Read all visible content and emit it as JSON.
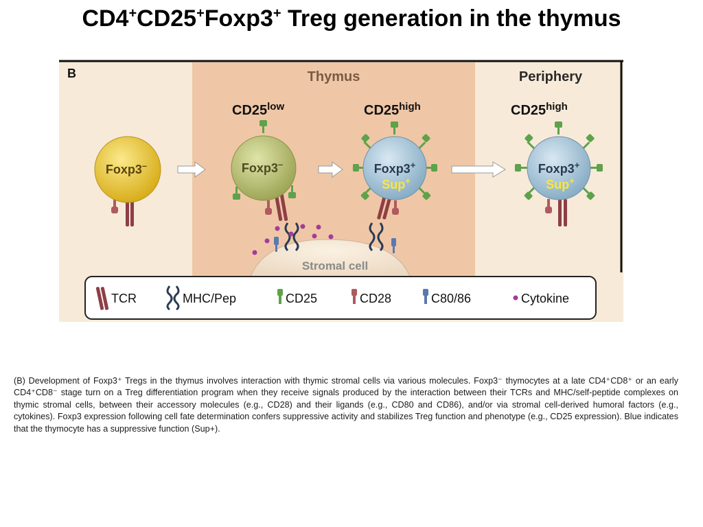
{
  "title": {
    "part1": "CD4",
    "sup1": "+",
    "part2": "CD25",
    "sup2": "+",
    "part3": "Foxp3",
    "sup3": "+",
    "rest": " Treg generation in the thymus"
  },
  "figure": {
    "panel_label": "B",
    "regions": {
      "thymus": "Thymus",
      "periphery": "Periphery"
    },
    "cells": {
      "cell1": {
        "label": "Foxp3",
        "sup": "–"
      },
      "cell2": {
        "cd25_base": "CD25",
        "cd25_level": "low",
        "label": "Foxp3",
        "sup": "–"
      },
      "cell3": {
        "cd25_base": "CD25",
        "cd25_level": "high",
        "label": "Foxp3",
        "sup": "+",
        "sup_label": "Sup",
        "sup_label_sup": "+"
      },
      "cell4": {
        "cd25_base": "CD25",
        "cd25_level": "high",
        "label": "Foxp3",
        "sup": "+",
        "sup_label": "Sup",
        "sup_label_sup": "+"
      }
    },
    "stromal_cell": "Stromal cell",
    "legend": {
      "tcr": "TCR",
      "mhc": "MHC/Pep",
      "cd25": "CD25",
      "cd28": "CD28",
      "c80": "C80/86",
      "cytokine": "Cytokine"
    },
    "colors": {
      "thymus_bg": "#efc7a6",
      "outer_bg": "#f7ead9",
      "foxp3_neg_cell": "#e7c53a",
      "cd25low_cell": "#b9c27a",
      "sup_cell": "#a9c6d9",
      "tcr": "#8e3f46",
      "cd25": "#5ea24a",
      "cd28": "#b05a5e",
      "c80": "#5a79b0",
      "cytokine": "#a43b9b",
      "sup_text": "#ffe53a"
    }
  },
  "caption": "(B) Development of Foxp3⁺ Tregs in the thymus involves interaction with thymic stromal cells via various molecules. Foxp3⁻ thymocytes at a late CD4⁺CD8⁺ or an early CD4⁺CD8⁻ stage turn on a Treg differentiation program when they receive signals produced by the interaction between their TCRs and MHC/self-peptide complexes on thymic stromal cells, between their accessory molecules (e.g., CD28) and their ligands (e.g., CD80 and CD86), and/or via stromal cell-derived humoral factors (e.g., cytokines). Foxp3 expression following cell fate determination confers suppressive activity and stabilizes Treg function and phenotype (e.g., CD25 expression). Blue indicates that the thymocyte has a suppressive function (Sup+)."
}
